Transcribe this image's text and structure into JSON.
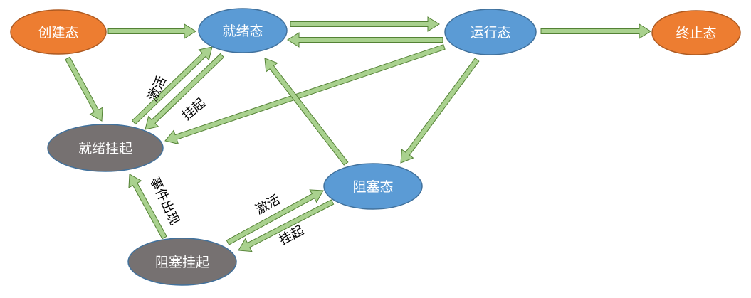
{
  "nodes": {
    "create": {
      "label": "创建态",
      "color": "#ED7D31"
    },
    "ready": {
      "label": "就绪态",
      "color": "#5B9BD5"
    },
    "running": {
      "label": "运行态",
      "color": "#5B9BD5"
    },
    "terminated": {
      "label": "终止态",
      "color": "#ED7D31"
    },
    "ready_suspended": {
      "label": "就绪挂起",
      "color": "#767171"
    },
    "blocked": {
      "label": "阻塞态",
      "color": "#5B9BD5"
    },
    "blocked_suspended": {
      "label": "阻塞挂起",
      "color": "#767171"
    }
  },
  "edge_labels": {
    "activate_upper": "激活",
    "suspend_upper": "挂起",
    "event_occurs": "事件出现",
    "activate_lower": "激活",
    "suspend_lower": "挂起"
  },
  "colors": {
    "arrow_fill": "#A9D18E",
    "arrow_stroke": "#548235",
    "node_stroke": "#41719C"
  }
}
